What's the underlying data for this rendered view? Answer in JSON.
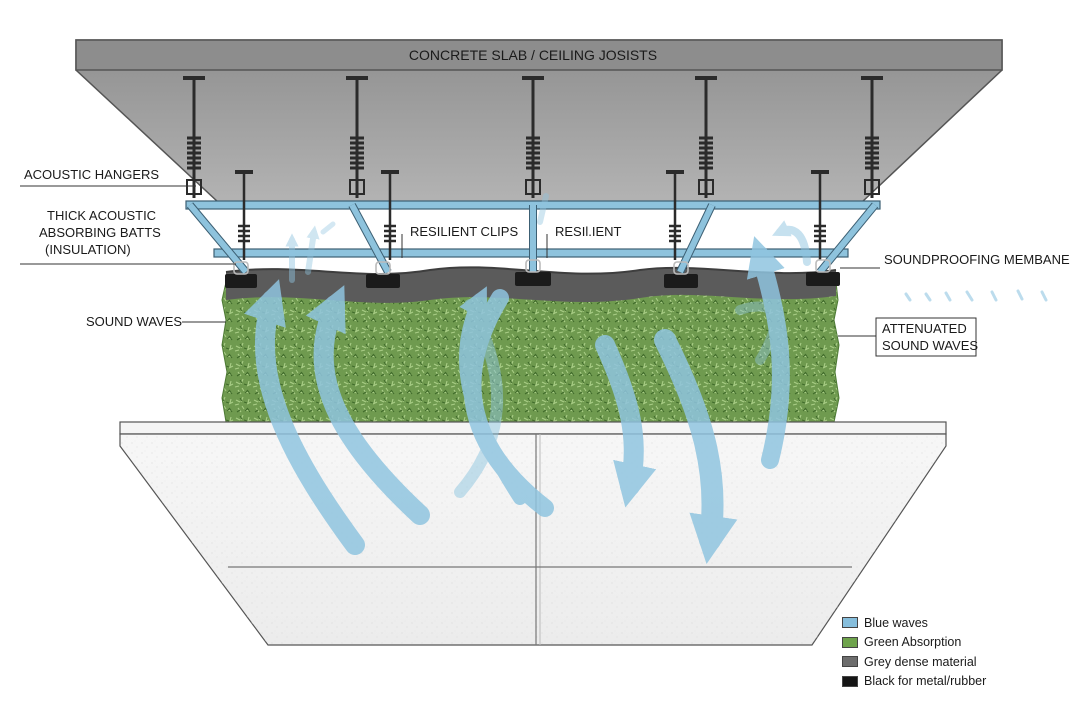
{
  "diagram": {
    "slab_label": "CONCRETE SLAB / CEILING JOSISTS",
    "labels": {
      "acoustic_hangers": "ACOUSTIC HANGERS",
      "batts_line1": "THICK ACOUSTIC",
      "batts_line2": "ABSORBING BATTS",
      "batts_line3": "(INSULATION)",
      "resilient_clips": "RESILIENT CLIPS",
      "resilient": "RESIl.IENT",
      "membrane": "SOUNDPROOFING MEMBANE",
      "sound_waves": "SOUND WAVES",
      "attenuated_line1": "ATTENUATED",
      "attenuated_line2": "SOUND WAVES"
    },
    "colors": {
      "concrete": "#9a9a9a",
      "steel": "#8ec3dd",
      "absorption": "#6f9a4f",
      "membrane": "#555555",
      "rubber": "#1b1b1b",
      "panel": "#f3f3f3",
      "wave": "#8fc4df"
    }
  },
  "legend": {
    "items": [
      {
        "label": "Blue waves",
        "color": "#86bedc"
      },
      {
        "label": "Green Absorption",
        "color": "#6ea34c"
      },
      {
        "label": "Grey dense material",
        "color": "#6d6d6d"
      },
      {
        "label": "Black for metal/rubber",
        "color": "#151515"
      }
    ]
  }
}
